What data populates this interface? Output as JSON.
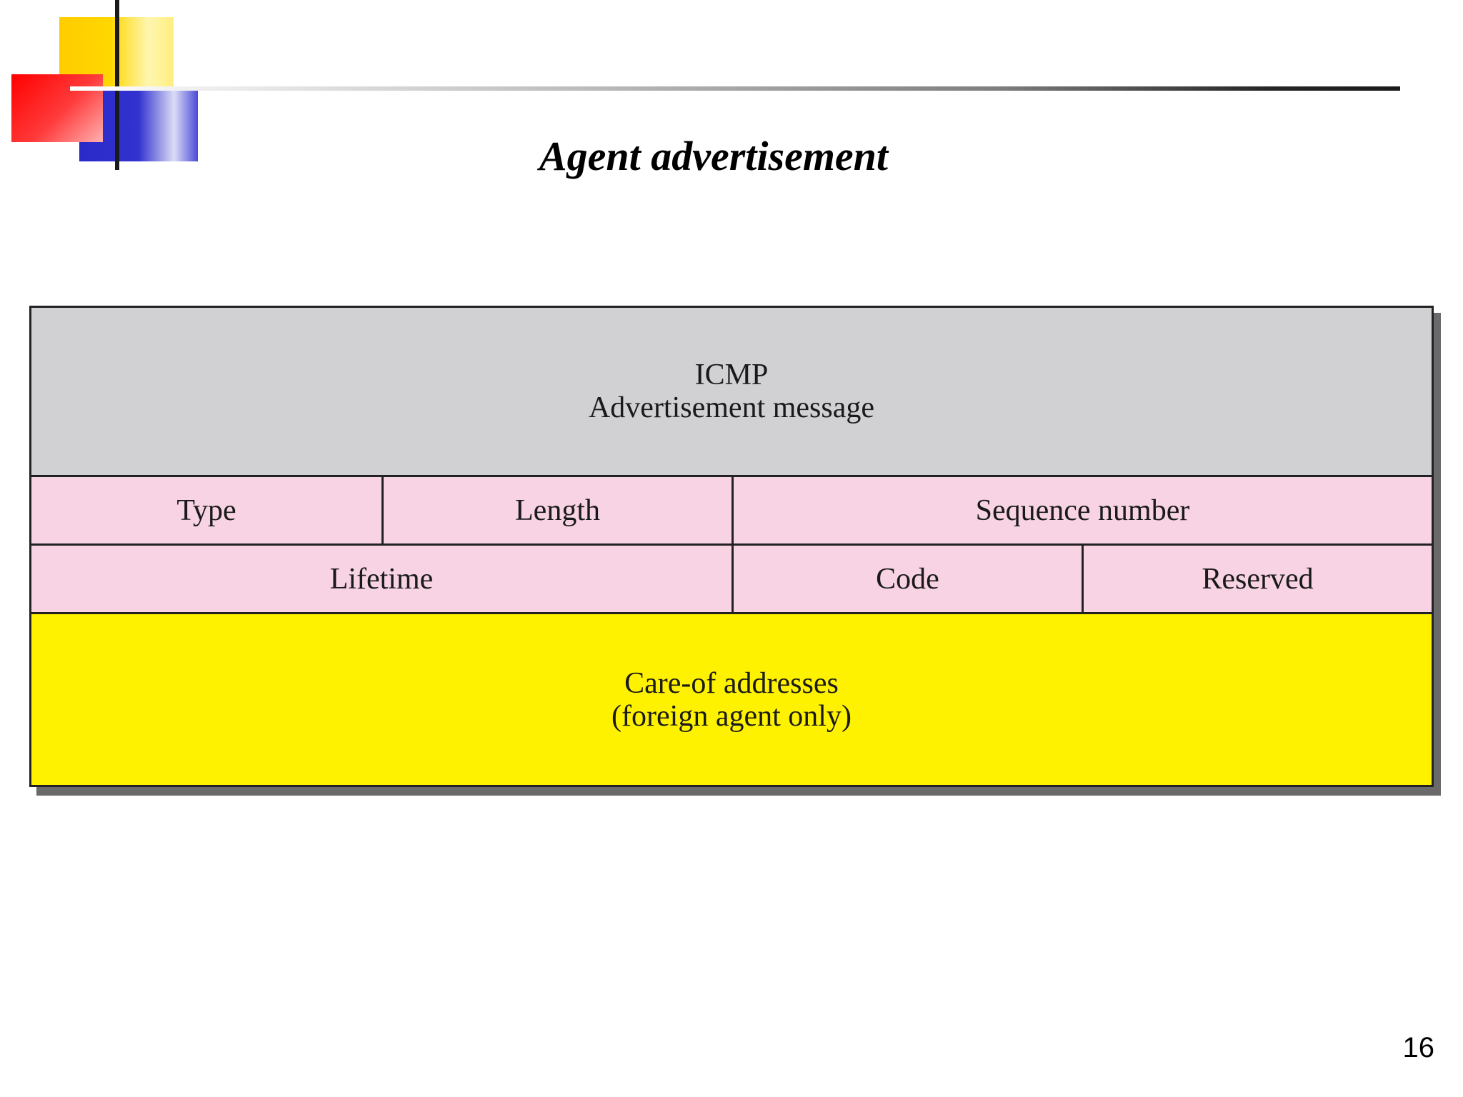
{
  "slide": {
    "title": "Agent advertisement",
    "page_number": "16"
  },
  "diagram": {
    "icmp_block": {
      "line1": "ICMP",
      "line2": "Advertisement message",
      "color": "#d1d1d4"
    },
    "fields_row1": [
      "Type",
      "Length",
      "Sequence number"
    ],
    "fields_row2": [
      "Lifetime",
      "Code",
      "Reserved"
    ],
    "fields_color": "#f8d3e3",
    "care_of_block": {
      "line1": "Care-of addresses",
      "line2": "(foreign agent only)",
      "color": "#fff200"
    }
  }
}
